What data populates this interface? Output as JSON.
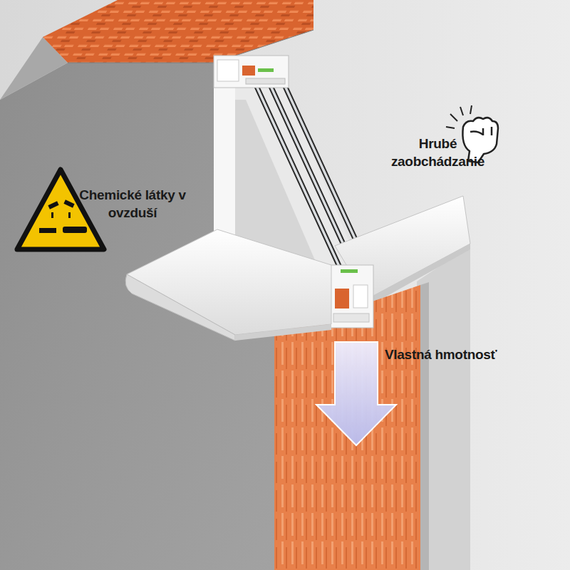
{
  "diagram": {
    "labels": [
      "Chemické látky v ovzduší",
      "Hrubé zaobchádzanie",
      "Vlastná hmotnosť"
    ]
  }
}
